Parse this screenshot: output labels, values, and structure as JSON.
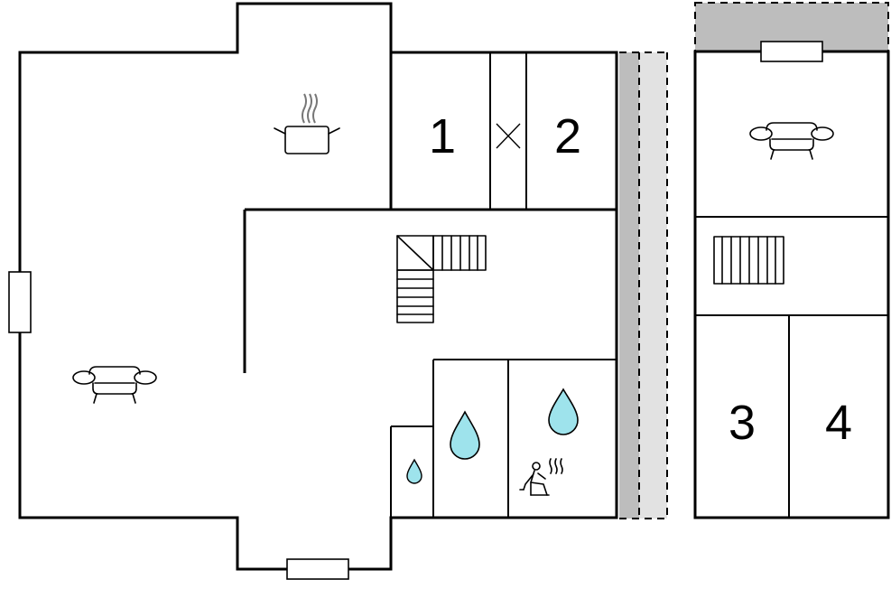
{
  "floorplan": {
    "rooms": [
      {
        "label": "1"
      },
      {
        "label": "2"
      },
      {
        "label": "3"
      },
      {
        "label": "4"
      }
    ]
  },
  "colors": {
    "wall": "#000000",
    "water": "#9ee3ec",
    "balcony_dark": "#bdbdbd",
    "balcony_light": "#e0e0e0",
    "background": "#ffffff"
  },
  "icons": [
    "sofa-icon",
    "cooking-pot-icon",
    "stairs-icon",
    "shower-drop-icon",
    "sauna-icon",
    "window-icon",
    "door-cross-icon"
  ]
}
